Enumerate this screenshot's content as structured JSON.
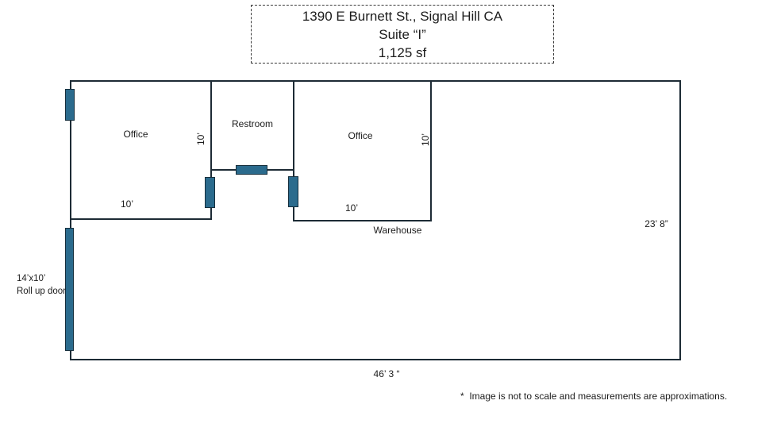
{
  "title_box": {
    "address": "1390 E Burnett St., Signal Hill CA",
    "suite": "Suite “I”",
    "area": "1,125 sf"
  },
  "rooms": {
    "office1_label": "Office",
    "restroom_label": "Restroom",
    "office2_label": "Office",
    "warehouse_label": "Warehouse"
  },
  "dimensions": {
    "office1_width": "10’",
    "office1_depth": "10’",
    "office2_width": "10’",
    "office2_depth": "10’",
    "warehouse_depth": "23’ 8”",
    "overall_width": "46’ 3 “",
    "rollup_door_size": "14’x10’",
    "rollup_door_name": "Roll up door"
  },
  "footnote": "*  Image is not to scale and measurements are approximations.",
  "colors": {
    "wall": "#1d2b35",
    "door_fill": "#2b6b8d",
    "door_border": "#152e3c",
    "text": "#1c1c1c"
  }
}
